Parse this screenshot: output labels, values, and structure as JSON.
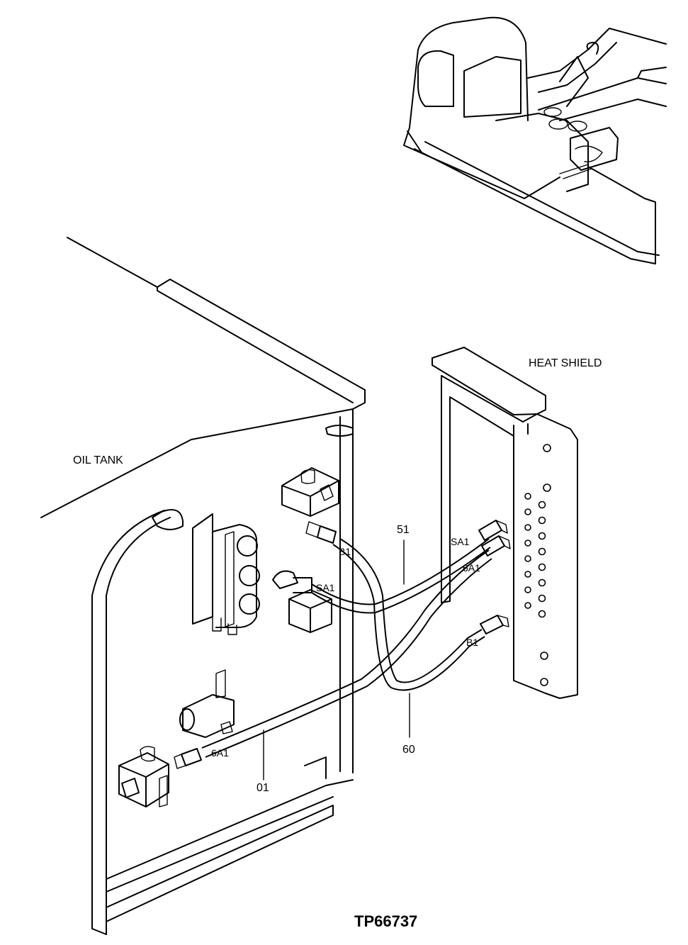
{
  "labels": {
    "oil_tank": "OIL TANK",
    "heat_shield": "HEAT  SHIELD",
    "part_51": "51",
    "part_60": "60",
    "part_01": "01",
    "port_b1_tank": "B1",
    "port_sa1_tank": "SA1",
    "port_sa1_shield": "SA1",
    "port_6a1_shield": "6A1",
    "port_b1_shield": "B1",
    "port_6a1_tank": "6A1",
    "figure_id": "TP66737"
  }
}
